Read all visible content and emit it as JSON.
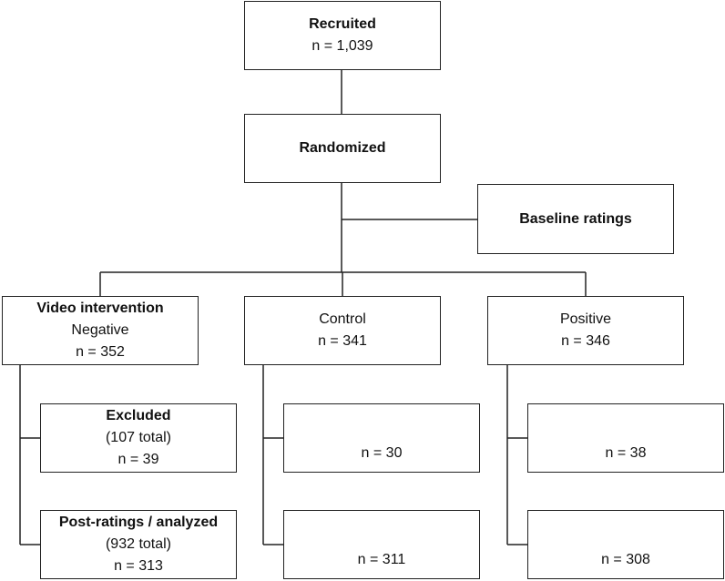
{
  "recruited": {
    "title": "Recruited",
    "n": "n = 1,039"
  },
  "randomized": {
    "title": "Randomized"
  },
  "baseline": {
    "title": "Baseline ratings"
  },
  "arms": {
    "header": "Video intervention",
    "negative": {
      "label": "Negative",
      "n": "n = 352"
    },
    "control": {
      "label": "Control",
      "n": "n = 341"
    },
    "positive": {
      "label": "Positive",
      "n": "n = 346"
    }
  },
  "excluded": {
    "title": "Excluded",
    "total": "(107 total)",
    "negative_n": "n = 39",
    "control_n": "n = 30",
    "positive_n": "n = 38"
  },
  "analyzed": {
    "title": "Post-ratings / analyzed",
    "total": "(932 total)",
    "negative_n": "n = 313",
    "control_n": "n = 311",
    "positive_n": "n = 308"
  }
}
